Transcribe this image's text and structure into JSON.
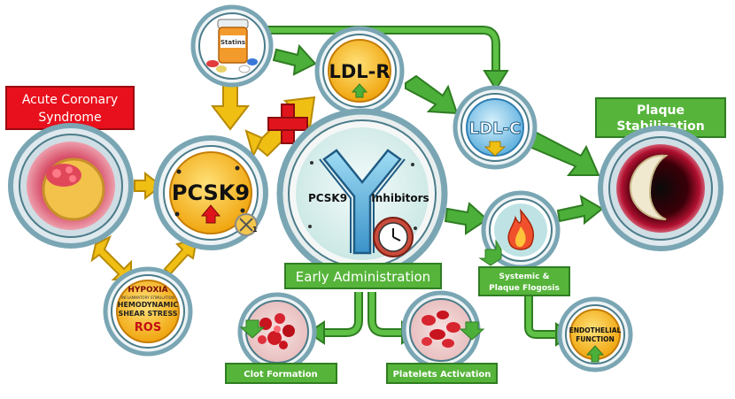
{
  "nodes": {
    "acs_label_line1": "Acute Coronary",
    "acs_label_line2": "Syndrome",
    "statins_label": "Statins",
    "pcsk9_label": "PCSK9",
    "ldlr_label": "LDL-R",
    "ldlc_label": "LDL-C",
    "inhibitor_label_left": "PCSK9",
    "inhibitor_label_right": "Inhibitors",
    "plaque_label_line1": "Plaque",
    "plaque_label_line2": "Stabilization",
    "early_admin_label": "Early Administration",
    "flogosis_label_line1": "Systemic &",
    "flogosis_label_line2": "Plaque Flogosis",
    "hypoxia_line1": "HYPOXIA",
    "hypoxia_line2": "INFLAMMATORY STIMULATION",
    "hypoxia_line3": "HEMODYNAMIC",
    "hypoxia_line4": "SHEAR STRESS",
    "hypoxia_line5": "ROS",
    "clot_label": "Clot Formation",
    "platelets_label": "Platelets Activation",
    "endothelial_line1": "ENDOTHELIAL",
    "endothelial_line2": "FUNCTION",
    "small_badge": "1"
  },
  "colors": {
    "green": "#56b43a",
    "green_dark": "#2f7d22",
    "red_box": "#e8101c",
    "yellow_fill": "#f6bf1c",
    "blue_fill": "#7fc3ea",
    "ring": "#7aa6b4",
    "arrow_yellow": "#f0bf14",
    "arrow_green": "#4caf3a",
    "red_cross": "#e0141c"
  }
}
